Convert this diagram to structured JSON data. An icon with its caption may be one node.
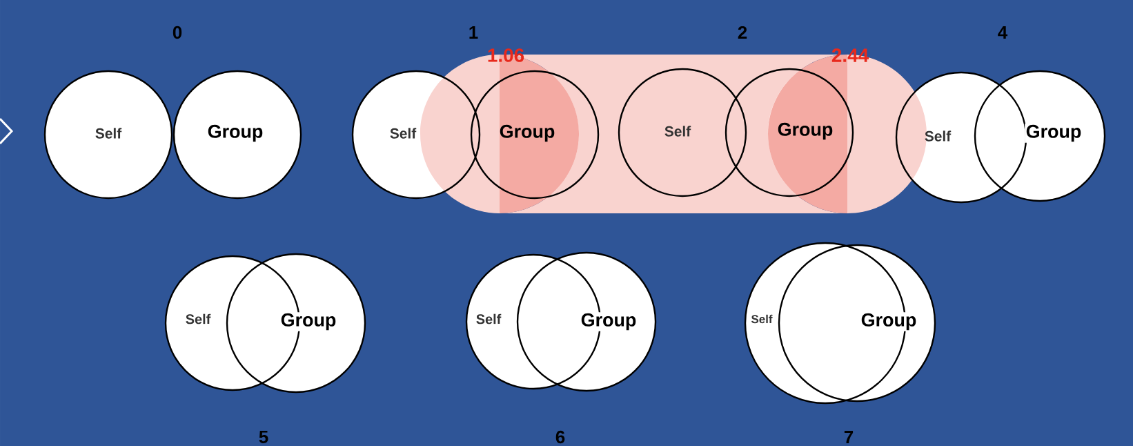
{
  "diagram": {
    "nodes": [
      {
        "text": [
          "Self"
        ]
      },
      {
        "text": [
          "Group"
        ]
      },
      {
        "text": [
          "Self"
        ]
      },
      {
        "text": [
          "Group"
        ]
      },
      {
        "text": [
          "Self"
        ]
      },
      {
        "text": [
          "Group"
        ]
      },
      {
        "text": [
          "Self"
        ]
      },
      {
        "text": [
          "Group"
        ]
      },
      {
        "text": [
          "Self"
        ]
      },
      {
        "text": [
          "Group"
        ]
      },
      {
        "text": [
          "Self"
        ]
      },
      {
        "text": [
          "Group"
        ]
      },
      {
        "text": [
          "Self"
        ]
      },
      {
        "text": [
          "Group"
        ]
      }
    ],
    "labels": [
      "0",
      "1",
      "2",
      "4",
      "1.06",
      "2.44",
      "5",
      "6",
      "7"
    ]
  }
}
